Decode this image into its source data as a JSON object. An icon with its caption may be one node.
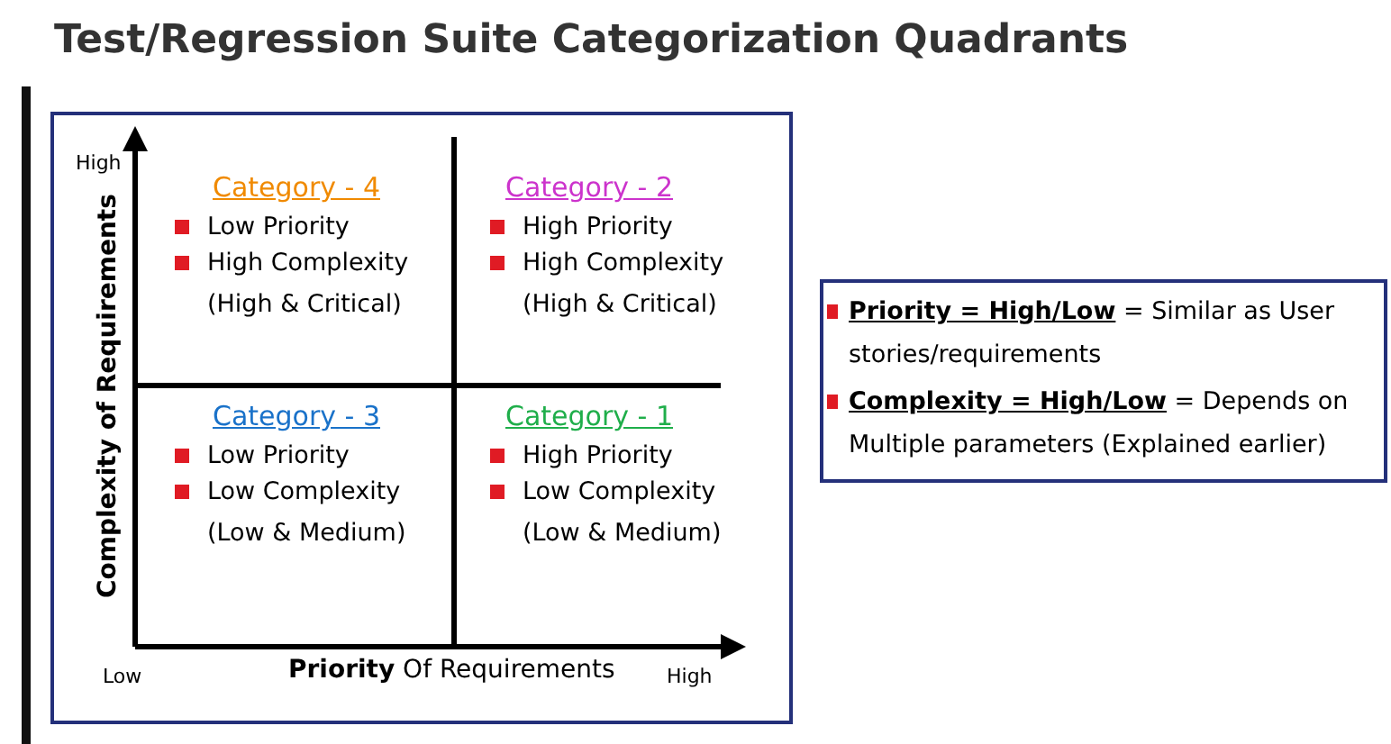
{
  "diagram": {
    "title": "Test/Regression Suite Categorization Quadrants",
    "nodes": [
      {
        "text": [],
        "shape": "box"
      },
      {
        "text": [
          "Category - 4",
          "Low Priority",
          "High Complexity",
          "(High & Critical)"
        ],
        "in": 0
      },
      {
        "text": [
          "Category - 2",
          "High Priority",
          "High Complexity",
          "(High & Critical)"
        ],
        "in": 0
      },
      {
        "text": [
          "Category - 3",
          "Low Priority",
          "Low Complexity",
          "(Low & Medium)"
        ],
        "in": 0
      },
      {
        "text": [
          "Category - 1",
          "High Priority",
          "Low Complexity",
          "(Low & Medium)"
        ],
        "in": 0
      },
      {
        "text": [
          "**Priority = High/Low** = Similar as User stories/requirements",
          "**Complexity = High/Low** = Depends on Multiple parameters (Explained earlier)"
        ]
      }
    ],
    "labels": [
      "High",
      "Complexity of Requirements",
      "Low",
      "**Priority** Of Requirements",
      "High"
    ]
  }
}
